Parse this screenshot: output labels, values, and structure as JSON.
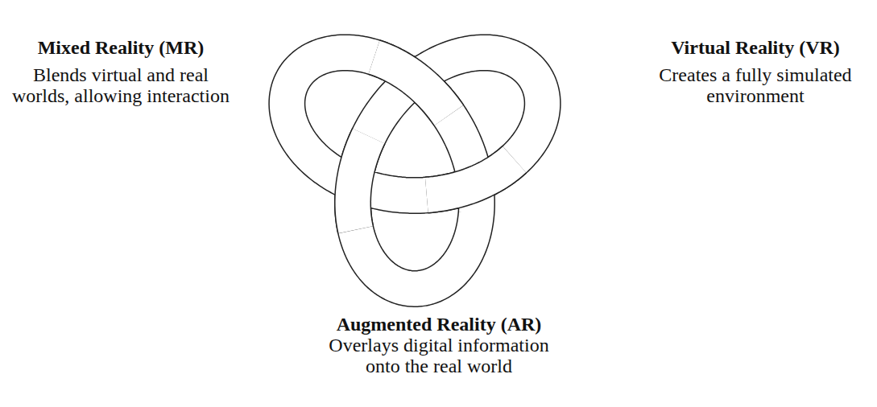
{
  "diagram": {
    "labels": [
      "Mixed Reality (MR)",
      "Blends virtual and real worlds, allowing interaction",
      "Virtual Reality (VR)",
      "Creates a fully simulated environment",
      "Augmented Reality (AR)",
      "Overlays digital information onto the real world"
    ]
  }
}
